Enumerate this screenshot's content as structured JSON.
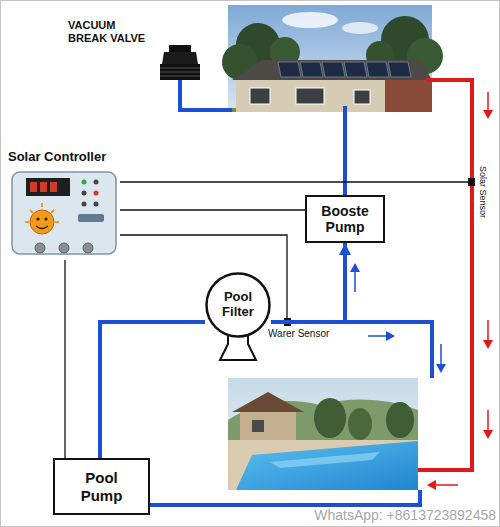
{
  "diagram": {
    "nodes": [
      {
        "text": [
          "Solar Controller"
        ]
      },
      {
        "text": [
          "Booste Pump"
        ]
      },
      {
        "text": [
          "Pool Filter"
        ]
      },
      {
        "text": [
          "Pool Pump"
        ]
      }
    ],
    "edges": [
      {
        "from": 0,
        "to": 1,
        "arrow": "none"
      },
      {
        "from": 0,
        "to": 3,
        "arrow": "none"
      },
      {
        "from": 3,
        "to": 2,
        "arrow": "none"
      },
      {
        "from": 2,
        "to": 1,
        "arrow": "to"
      }
    ],
    "labels": [
      "VACUUM BREAK VALVE",
      "Solar Sensor",
      "Warer Sensor",
      "WhatsApp: +8613723892458"
    ]
  }
}
